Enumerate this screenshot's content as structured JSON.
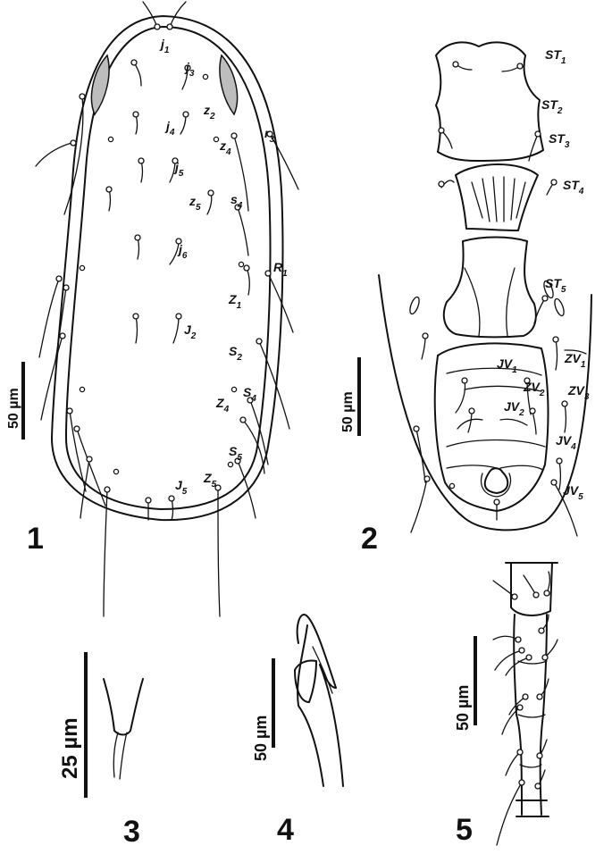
{
  "figures": {
    "dorsal_shield": {
      "number": "1",
      "scale": "50 µm",
      "setae": [
        {
          "name": "j",
          "sub": "1"
        },
        {
          "name": "j",
          "sub": "3"
        },
        {
          "name": "z",
          "sub": "2"
        },
        {
          "name": "r",
          "sub": "3"
        },
        {
          "name": "j",
          "sub": "4"
        },
        {
          "name": "z",
          "sub": "4"
        },
        {
          "name": "j",
          "sub": "5"
        },
        {
          "name": "z",
          "sub": "5"
        },
        {
          "name": "s",
          "sub": "4"
        },
        {
          "name": "j",
          "sub": "6"
        },
        {
          "name": "R",
          "sub": "1"
        },
        {
          "name": "Z",
          "sub": "1"
        },
        {
          "name": "J",
          "sub": "2"
        },
        {
          "name": "S",
          "sub": "2"
        },
        {
          "name": "Z",
          "sub": "4"
        },
        {
          "name": "S",
          "sub": "4"
        },
        {
          "name": "S",
          "sub": "5"
        },
        {
          "name": "J",
          "sub": "5"
        },
        {
          "name": "Z",
          "sub": "5"
        }
      ]
    },
    "ventral": {
      "number": "2",
      "scale": "50 µm",
      "setae": [
        {
          "name": "ST",
          "sub": "1"
        },
        {
          "name": "ST",
          "sub": "2"
        },
        {
          "name": "ST",
          "sub": "3"
        },
        {
          "name": "ST",
          "sub": "4"
        },
        {
          "name": "ST",
          "sub": "5"
        },
        {
          "name": "JV",
          "sub": "1"
        },
        {
          "name": "ZV",
          "sub": "1"
        },
        {
          "name": "ZV",
          "sub": "2"
        },
        {
          "name": "ZV",
          "sub": "3"
        },
        {
          "name": "JV",
          "sub": "2"
        },
        {
          "name": "JV",
          "sub": "4"
        },
        {
          "name": "JV",
          "sub": "5"
        }
      ]
    },
    "spermatheca": {
      "number": "3",
      "scale": "25 µm"
    },
    "chelicera": {
      "number": "4",
      "scale": "50 µm"
    },
    "leg": {
      "number": "5",
      "scale": "50 µm"
    }
  }
}
